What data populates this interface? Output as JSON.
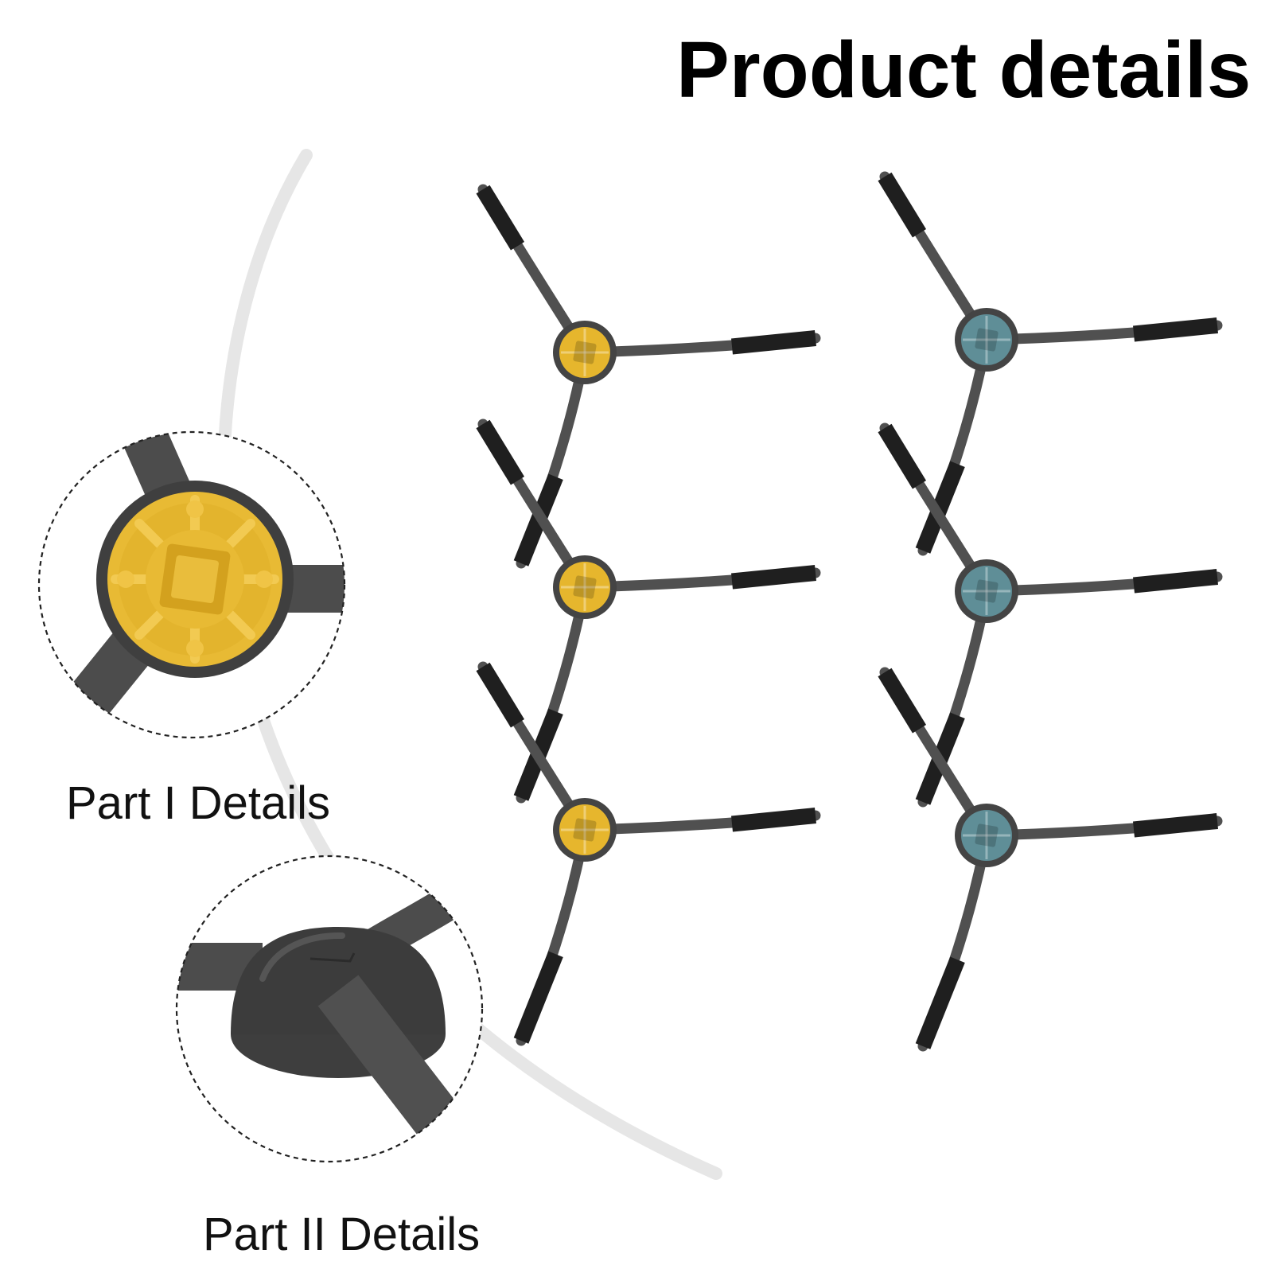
{
  "page": {
    "title": "Product details",
    "detail_captions": [
      "Part I Details",
      "Part II Details"
    ]
  },
  "product": {
    "item": "robot vacuum side brush",
    "arms_per_brush": 3,
    "sets": [
      {
        "hub_color": "#e6b62d",
        "count": 3
      },
      {
        "hub_color": "#5f8e97",
        "count": 3
      }
    ],
    "detail_views": [
      "hub-front-closeup",
      "hub-back-closeup"
    ]
  },
  "colors": {
    "background": "#ffffff",
    "arm": "#505050",
    "bristle": "#1f1f1f",
    "hub_rim": "#444444",
    "yellow_hub": "#e6b62d",
    "teal_hub": "#5f8e97",
    "dashed_circle": "#222222",
    "swoosh": "#e6e6e6"
  }
}
